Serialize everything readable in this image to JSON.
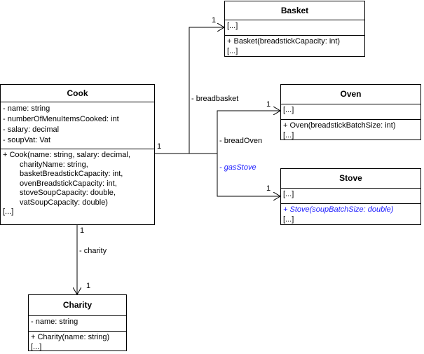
{
  "classes": {
    "basket": {
      "name": "Basket",
      "attributes": [
        "[...]"
      ],
      "operations": [
        "+ Basket(breadstickCapacity: int)",
        "[...]"
      ]
    },
    "oven": {
      "name": "Oven",
      "attributes": [
        "[...]"
      ],
      "operations": [
        "+ Oven(breadstickBatchSize: int)",
        "[...]"
      ]
    },
    "stove": {
      "name": "Stove",
      "attributes": [
        "[...]"
      ],
      "operations": [
        "+ Stove(soupBatchSize: double)",
        "[...]"
      ]
    },
    "cook": {
      "name": "Cook",
      "attributes": [
        "-  name: string",
        "-  numberOfMenuItemsCooked: int",
        "-  salary: decimal",
        "-  soupVat: Vat"
      ],
      "operations": [
        "+ Cook(name: string, salary: decimal,",
        "charityName: string,",
        "basketBreadstickCapacity: int,",
        "ovenBreadstickCapacity: int,",
        "stoveSoupCapacity: double,",
        "vatSoupCapacity: double)",
        "[...]"
      ]
    },
    "charity": {
      "name": "Charity",
      "attributes": [
        "-  name: string"
      ],
      "operations": [
        "+ Charity(name: string)",
        "[...]"
      ]
    }
  },
  "associations": {
    "breadbasket": {
      "role": "- breadbasket",
      "source_mult": "1",
      "target_mult": "1"
    },
    "breadOven": {
      "role": "- breadOven",
      "target_mult": "1"
    },
    "gasStove": {
      "role": "- gasStove",
      "target_mult": "1"
    },
    "charity": {
      "role": "- charity",
      "source_mult": "1",
      "target_mult": "1"
    }
  },
  "colors": {
    "highlight": "#1a1aff",
    "line": "#000000"
  }
}
